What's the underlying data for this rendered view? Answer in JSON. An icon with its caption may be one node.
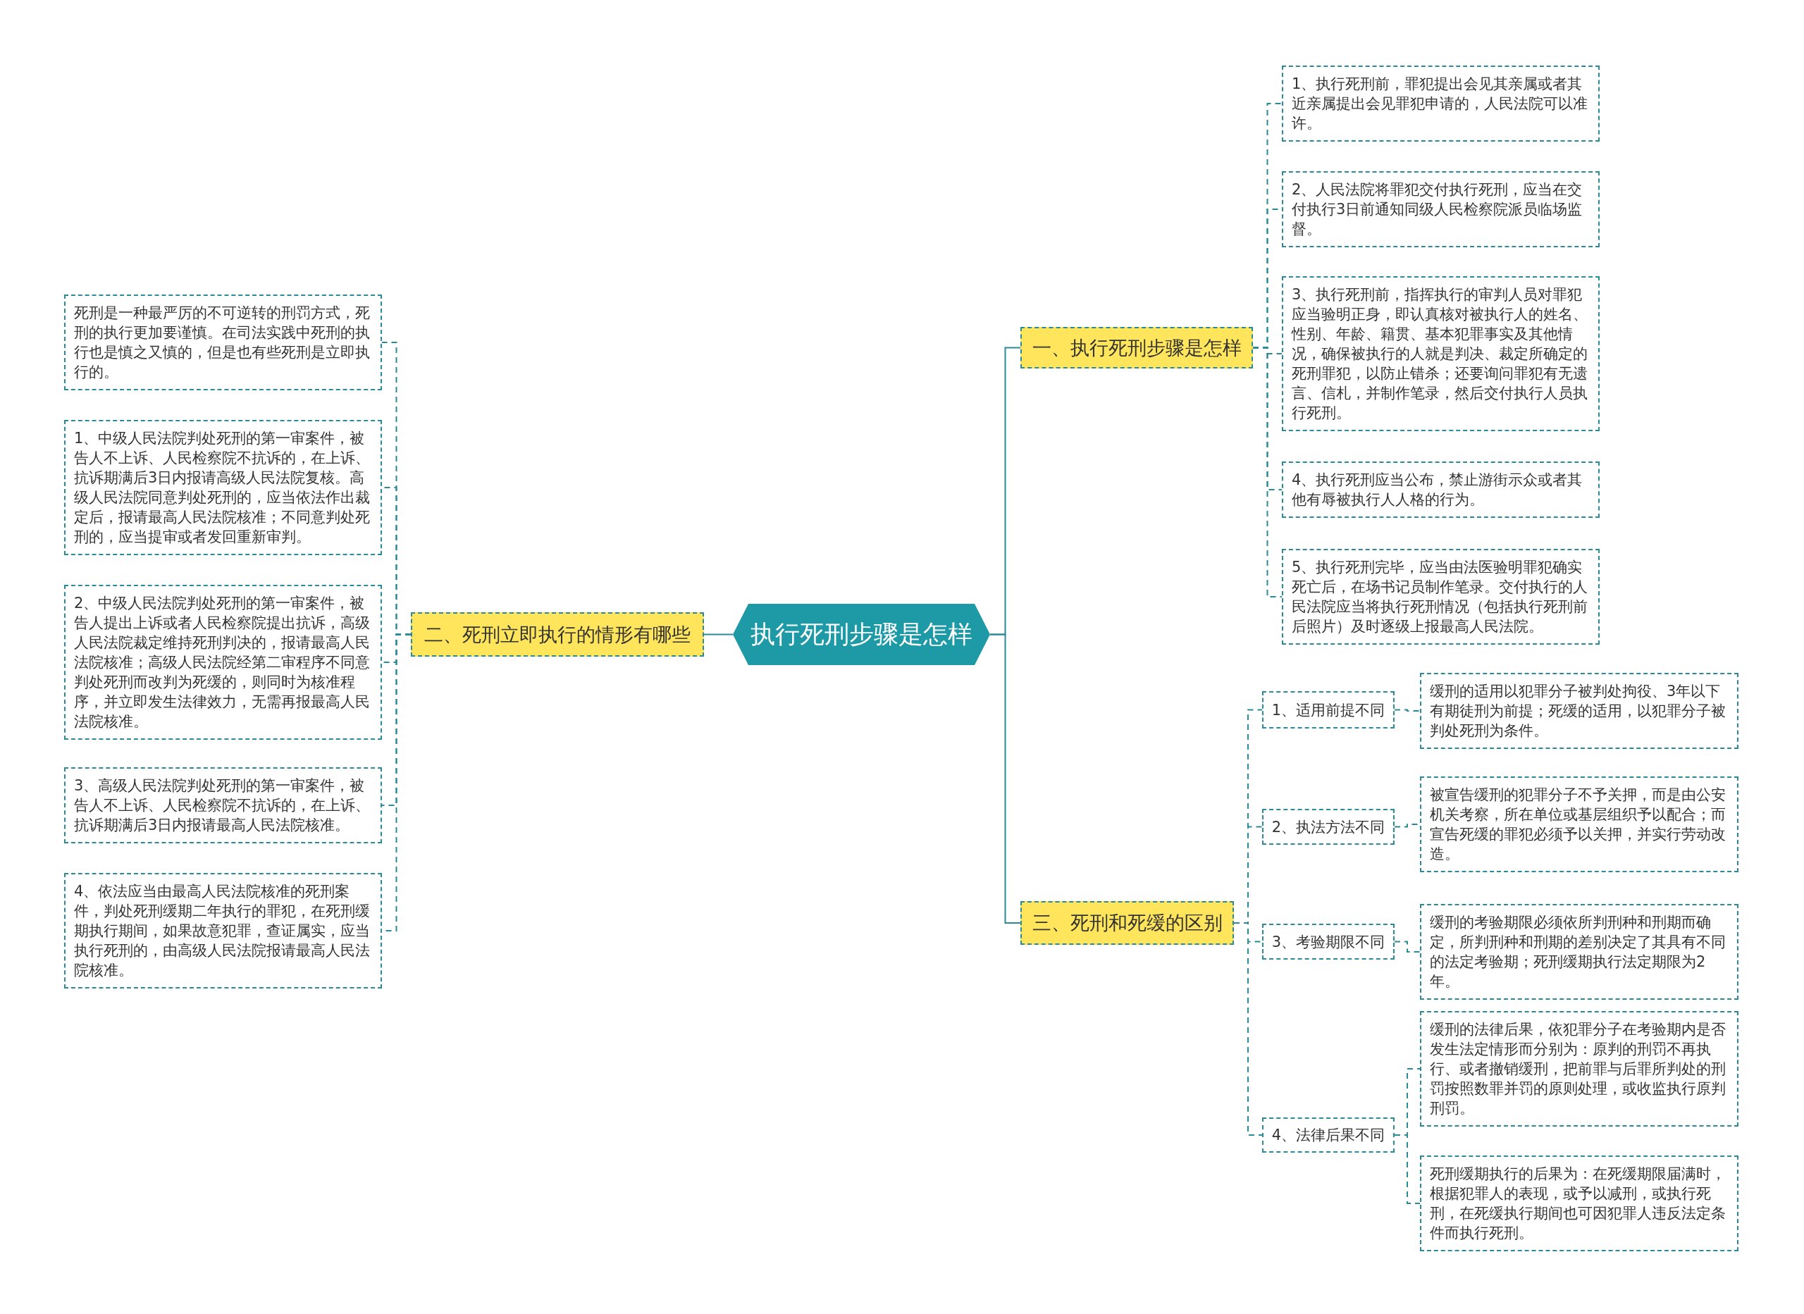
{
  "diagram": {
    "nodes": [
      {
        "text": [
          "执行死刑步骤是怎样"
        ]
      },
      {
        "text": [
          "一、执行死刑步骤是怎样"
        ]
      },
      {
        "text": [
          "1、执行死刑前，罪犯提出会见其亲属或者其近亲属提出会见罪犯申请的，人民法院可以准许。"
        ]
      },
      {
        "text": [
          "2、人民法院将罪犯交付执行死刑，应当在交付执行3日前通知同级人民检察院派员临场监督。"
        ]
      },
      {
        "text": [
          "3、执行死刑前，指挥执行的审判人员对罪犯应当验明正身，即认真核对被执行人的姓名、性别、年龄、籍贯、基本犯罪事实及其他情况，确保被执行的人就是判决、裁定所确定的死刑罪犯，以防止错杀；还要询问罪犯有无遗言、信札，并制作笔录，然后交付执行人员执行死刑。"
        ]
      },
      {
        "text": [
          "4、执行死刑应当公布，禁止游街示众或者其他有辱被执行人人格的行为。"
        ]
      },
      {
        "text": [
          "5、执行死刑完毕，应当由法医验明罪犯确实死亡后，在场书记员制作笔录。交付执行的人民法院应当将执行死刑情况（包括执行死刑前后照片）及时逐级上报最高人民法院。"
        ]
      },
      {
        "text": [
          "二、死刑立即执行的情形有哪些"
        ]
      },
      {
        "text": [
          "死刑是一种最严厉的不可逆转的刑罚方式，死刑的执行更加要谨慎。在司法实践中死刑的执行也是慎之又慎的，但是也有些死刑是立即执行的。"
        ]
      },
      {
        "text": [
          "1、中级人民法院判处死刑的第一审案件，被告人不上诉、人民检察院不抗诉的，在上诉、抗诉期满后3日内报请高级人民法院复核。高级人民法院同意判处死刑的，应当依法作出裁定后，报请最高人民法院核准；不同意判处死刑的，应当提审或者发回重新审判。"
        ]
      },
      {
        "text": [
          "2、中级人民法院判处死刑的第一审案件，被告人提出上诉或者人民检察院提出抗诉，高级人民法院裁定维持死刑判决的，报请最高人民法院核准；高级人民法院经第二审程序不同意判处死刑而改判为死缓的，则同时为核准程序，并立即发生法律效力，无需再报最高人民法院核准。"
        ]
      },
      {
        "text": [
          "3、高级人民法院判处死刑的第一审案件，被告人不上诉、人民检察院不抗诉的，在上诉、抗诉期满后3日内报请最高人民法院核准。"
        ]
      },
      {
        "text": [
          "4、依法应当由最高人民法院核准的死刑案件，判处死刑缓期二年执行的罪犯，在死刑缓期执行期间，如果故意犯罪，查证属实，应当执行死刑的，由高级人民法院报请最高人民法院核准。"
        ]
      },
      {
        "text": [
          "三、死刑和死缓的区别"
        ]
      },
      {
        "text": [
          "1、适用前提不同"
        ]
      },
      {
        "text": [
          "缓刑的适用以犯罪分子被判处拘役、3年以下有期徒刑为前提；死缓的适用，以犯罪分子被判处死刑为条件。"
        ]
      },
      {
        "text": [
          "2、执法方法不同"
        ]
      },
      {
        "text": [
          "被宣告缓刑的犯罪分子不予关押，而是由公安机关考察，所在单位或基层组织予以配合；而宣告死缓的罪犯必须予以关押，并实行劳动改造。"
        ]
      },
      {
        "text": [
          "3、考验期限不同"
        ]
      },
      {
        "text": [
          "缓刑的考验期限必须依所判刑种和刑期而确定，所判刑种和刑期的差别决定了其具有不同的法定考验期；死刑缓期执行法定期限为2年。"
        ]
      },
      {
        "text": [
          "4、法律后果不同"
        ]
      },
      {
        "text": [
          "缓刑的法律后果，依犯罪分子在考验期内是否发生法定情形而分别为：原判的刑罚不再执行、或者撤销缓刑，把前罪与后罪所判处的刑罚按照数罪并罚的原则处理，或收监执行原判刑罚。"
        ]
      },
      {
        "text": [
          "死刑缓期执行的后果为：在死缓期限届满时，根据犯罪人的表现，或予以减刑，或执行死刑，在死缓执行期间也可因犯罪人违反法定条件而执行死刑。"
        ]
      }
    ],
    "edges": [
      {
        "from": 0,
        "to": 1,
        "arrow": "none"
      },
      {
        "from": 1,
        "to": 2,
        "arrow": "none",
        "style": "dashed"
      },
      {
        "from": 1,
        "to": 3,
        "arrow": "none",
        "style": "dashed"
      },
      {
        "from": 1,
        "to": 4,
        "arrow": "none",
        "style": "dashed"
      },
      {
        "from": 1,
        "to": 5,
        "arrow": "none",
        "style": "dashed"
      },
      {
        "from": 1,
        "to": 6,
        "arrow": "none",
        "style": "dashed"
      },
      {
        "from": 0,
        "to": 7,
        "arrow": "none"
      },
      {
        "from": 7,
        "to": 8,
        "arrow": "none",
        "style": "dashed"
      },
      {
        "from": 7,
        "to": 9,
        "arrow": "none",
        "style": "dashed"
      },
      {
        "from": 7,
        "to": 10,
        "arrow": "none",
        "style": "dashed"
      },
      {
        "from": 7,
        "to": 11,
        "arrow": "none",
        "style": "dashed"
      },
      {
        "from": 7,
        "to": 12,
        "arrow": "none",
        "style": "dashed"
      },
      {
        "from": 0,
        "to": 13,
        "arrow": "none"
      },
      {
        "from": 13,
        "to": 14,
        "arrow": "none",
        "style": "dashed"
      },
      {
        "from": 14,
        "to": 15,
        "arrow": "none",
        "style": "dashed"
      },
      {
        "from": 13,
        "to": 16,
        "arrow": "none",
        "style": "dashed"
      },
      {
        "from": 16,
        "to": 17,
        "arrow": "none",
        "style": "dashed"
      },
      {
        "from": 13,
        "to": 18,
        "arrow": "none",
        "style": "dashed"
      },
      {
        "from": 18,
        "to": 19,
        "arrow": "none",
        "style": "dashed"
      },
      {
        "from": 13,
        "to": 20,
        "arrow": "none",
        "style": "dashed"
      },
      {
        "from": 20,
        "to": 21,
        "arrow": "none",
        "style": "dashed"
      },
      {
        "from": 20,
        "to": 22,
        "arrow": "none",
        "style": "dashed"
      }
    ]
  }
}
